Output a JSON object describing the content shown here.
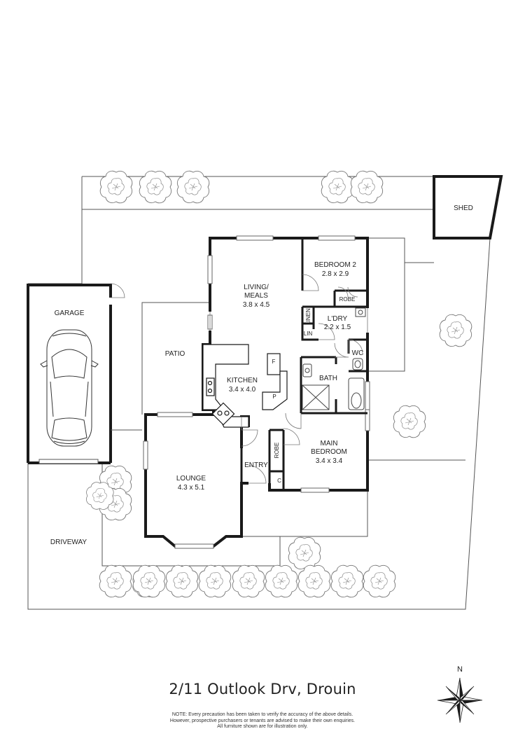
{
  "property": {
    "address": "2/11 Outlook Drv, Drouin"
  },
  "disclaimer": {
    "line1": "NOTE: Every precaution has been taken to verify the accuracy of the above details.",
    "line2": "However, prospective purchasers or tenants are advised to make their own enquiries.",
    "line3": "All furniture shown are for illustration only."
  },
  "compass": {
    "north_label": "N"
  },
  "rooms": {
    "shed": {
      "name": "SHED"
    },
    "garage": {
      "name": "GARAGE"
    },
    "patio": {
      "name": "PATIO"
    },
    "driveway": {
      "name": "DRIVEWAY"
    },
    "living": {
      "name1": "LIVING/",
      "name2": "MEALS",
      "dims": "3.8 x 4.5"
    },
    "bedroom2": {
      "name": "BEDROOM 2",
      "dims": "2.8 x 2.9"
    },
    "robe_b2": {
      "name": "ROBE"
    },
    "linen": {
      "name": "LINEN"
    },
    "lin": {
      "name": "LIN"
    },
    "laundry": {
      "name": "L'DRY",
      "dims": "2.2 x 1.5"
    },
    "wc": {
      "name": "WC"
    },
    "kitchen": {
      "name": "KITCHEN",
      "dims": "3.4 x 4.0"
    },
    "fridge": {
      "name": "F"
    },
    "pantry": {
      "name": "P"
    },
    "bath": {
      "name": "BATH"
    },
    "main_bedroom": {
      "name1": "MAIN",
      "name2": "BEDROOM",
      "dims": "3.4 x 3.4"
    },
    "robe_main": {
      "name": "ROBE"
    },
    "cupboard": {
      "name": "C"
    },
    "entry": {
      "name": "ENTRY"
    },
    "lounge": {
      "name": "LOUNGE",
      "dims": "4.3 x 5.1"
    }
  },
  "colors": {
    "wall": "#1a1a1a",
    "line": "#555555",
    "tree": "#777777"
  }
}
